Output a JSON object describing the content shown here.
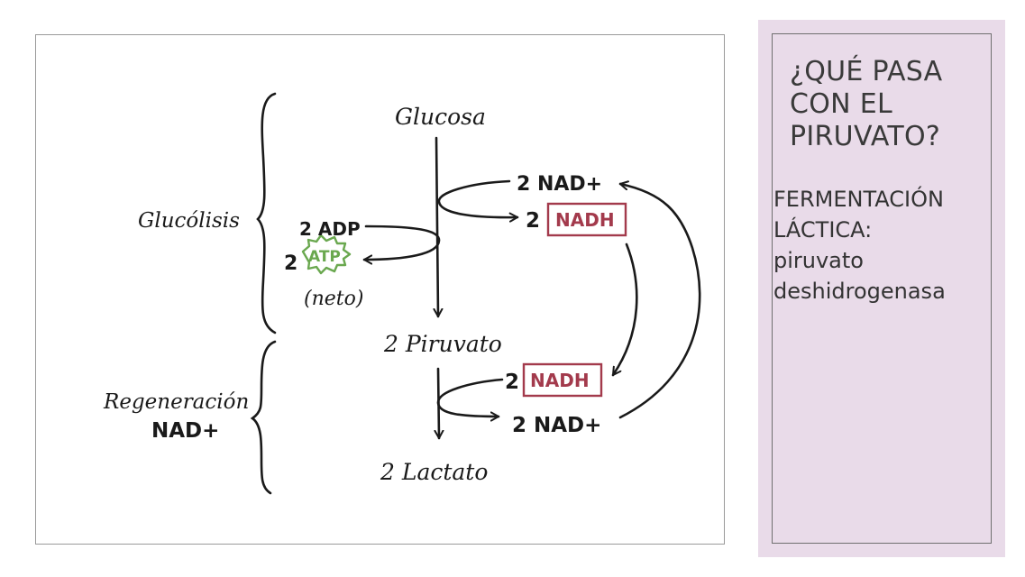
{
  "diagram": {
    "nodes": {
      "glucosa": "Glucosa",
      "piruvato": "2 Piruvato",
      "lactato": "2 Lactato"
    },
    "phases": {
      "glucolisis": "Glucólisis",
      "regeneracion_line1": "Regeneración",
      "regeneracion_line2": "NAD+"
    },
    "energy": {
      "adp": "2 ADP",
      "atp_coef": "2",
      "atp": "ATP",
      "neto": "(neto)"
    },
    "cofactors": {
      "nad_top": "2 NAD+",
      "nadh_top_coef": "2",
      "nadh_top": "NADH",
      "nadh_bottom_coef": "2",
      "nadh_bottom": "NADH",
      "nad_bottom": "2 NAD+"
    },
    "colors": {
      "atp": "#6aa84f",
      "nadh": "#a33a4c",
      "ink": "#1a1a1a"
    }
  },
  "panel": {
    "title": "¿QUÉ PASA CON EL PIRUVATO?",
    "body_lines": [
      "FERMENTACIÓN",
      "LÁCTICA:",
      "piruvato",
      "deshidrogenasa"
    ],
    "background": "#e9dbe9"
  }
}
